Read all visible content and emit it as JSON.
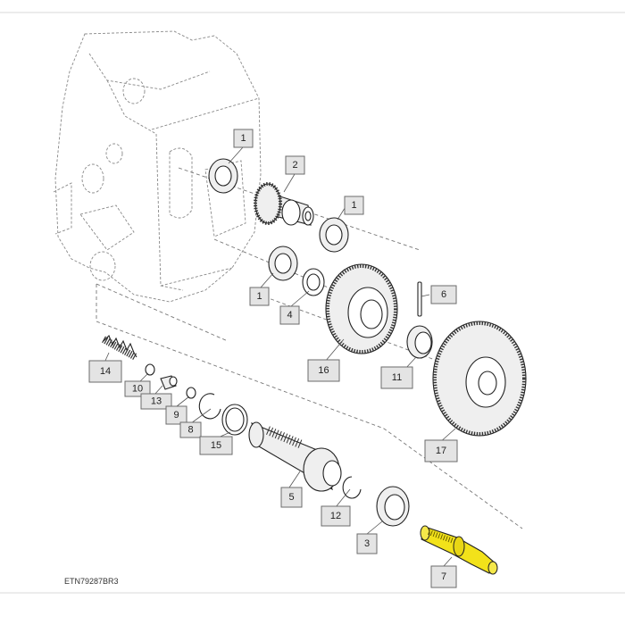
{
  "drawing_code": "ETN79287BR3",
  "callouts": [
    {
      "id": "c1a",
      "label": "1"
    },
    {
      "id": "c2",
      "label": "2"
    },
    {
      "id": "c1b",
      "label": "1"
    },
    {
      "id": "c1c",
      "label": "1"
    },
    {
      "id": "c4",
      "label": "4"
    },
    {
      "id": "c6",
      "label": "6"
    },
    {
      "id": "c16",
      "label": "16"
    },
    {
      "id": "c11",
      "label": "11"
    },
    {
      "id": "c14",
      "label": "14"
    },
    {
      "id": "c10",
      "label": "10"
    },
    {
      "id": "c13",
      "label": "13"
    },
    {
      "id": "c9",
      "label": "9"
    },
    {
      "id": "c8",
      "label": "8"
    },
    {
      "id": "c15",
      "label": "15"
    },
    {
      "id": "c17",
      "label": "17"
    },
    {
      "id": "c5",
      "label": "5"
    },
    {
      "id": "c12",
      "label": "12"
    },
    {
      "id": "c3",
      "label": "3"
    },
    {
      "id": "c7",
      "label": "7"
    }
  ],
  "highlight_color": "#f2e21a",
  "callout_fill": "#e4e4e4"
}
